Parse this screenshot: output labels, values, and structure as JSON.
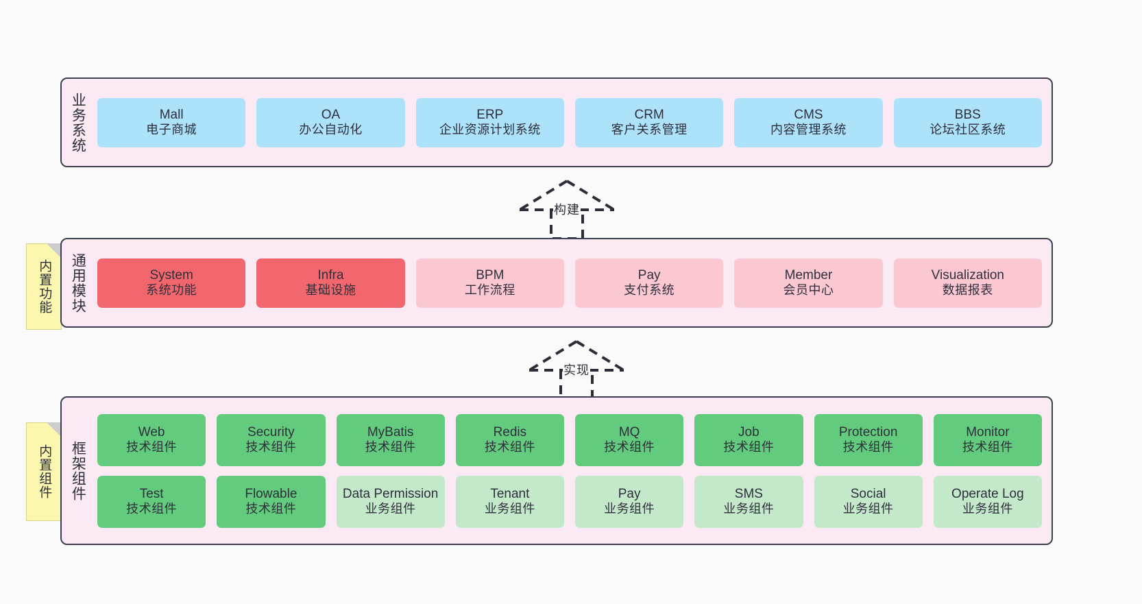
{
  "diagram": {
    "background": "#fafafa",
    "panel_color": "#fbeaf4",
    "panel_border": "#3d3d4e",
    "note_color": "#fcf7ae"
  },
  "layers": [
    {
      "id": "business",
      "title": "业务系统",
      "rows": [
        [
          {
            "en": "Mall",
            "cn": "电子商城",
            "color": "#ade2fb",
            "style": "c-blue"
          },
          {
            "en": "OA",
            "cn": "办公自动化",
            "color": "#ade2fb",
            "style": "c-blue"
          },
          {
            "en": "ERP",
            "cn": "企业资源计划系统",
            "color": "#ade2fb",
            "style": "c-blue"
          },
          {
            "en": "CRM",
            "cn": "客户关系管理",
            "color": "#ade2fb",
            "style": "c-blue"
          },
          {
            "en": "CMS",
            "cn": "内容管理系统",
            "color": "#ade2fb",
            "style": "c-blue"
          },
          {
            "en": "BBS",
            "cn": "论坛社区系统",
            "color": "#ade2fb",
            "style": "c-blue"
          }
        ]
      ]
    },
    {
      "id": "modules",
      "title": "通用模块",
      "note": "内置功能",
      "rows": [
        [
          {
            "en": "System",
            "cn": "系统功能",
            "color": "#f2676d",
            "style": "c-red"
          },
          {
            "en": "Infra",
            "cn": "基础设施",
            "color": "#f2676d",
            "style": "c-red"
          },
          {
            "en": "BPM",
            "cn": "工作流程",
            "color": "#fbc8d2",
            "style": "c-pink"
          },
          {
            "en": "Pay",
            "cn": "支付系统",
            "color": "#fbc8d2",
            "style": "c-pink"
          },
          {
            "en": "Member",
            "cn": "会员中心",
            "color": "#fbc8d2",
            "style": "c-pink"
          },
          {
            "en": "Visualization",
            "cn": "数据报表",
            "color": "#fbc8d2",
            "style": "c-pink"
          }
        ]
      ]
    },
    {
      "id": "frame",
      "title": "框架组件",
      "note": "内置组件",
      "rows": [
        [
          {
            "en": "Web",
            "cn": "技术组件",
            "color": "#62cb7e",
            "style": "c-green"
          },
          {
            "en": "Security",
            "cn": "技术组件",
            "color": "#62cb7e",
            "style": "c-green"
          },
          {
            "en": "MyBatis",
            "cn": "技术组件",
            "color": "#62cb7e",
            "style": "c-green"
          },
          {
            "en": "Redis",
            "cn": "技术组件",
            "color": "#62cb7e",
            "style": "c-green"
          },
          {
            "en": "MQ",
            "cn": "技术组件",
            "color": "#62cb7e",
            "style": "c-green"
          },
          {
            "en": "Job",
            "cn": "技术组件",
            "color": "#62cb7e",
            "style": "c-green"
          },
          {
            "en": "Protection",
            "cn": "技术组件",
            "color": "#62cb7e",
            "style": "c-green"
          },
          {
            "en": "Monitor",
            "cn": "技术组件",
            "color": "#62cb7e",
            "style": "c-green"
          }
        ],
        [
          {
            "en": "Test",
            "cn": "技术组件",
            "color": "#62cb7e",
            "style": "c-green"
          },
          {
            "en": "Flowable",
            "cn": "技术组件",
            "color": "#62cb7e",
            "style": "c-green"
          },
          {
            "en": "Data Permission",
            "cn": "业务组件",
            "color": "#c3e9ca",
            "style": "c-lightgreen"
          },
          {
            "en": "Tenant",
            "cn": "业务组件",
            "color": "#c3e9ca",
            "style": "c-lightgreen"
          },
          {
            "en": "Pay",
            "cn": "业务组件",
            "color": "#c3e9ca",
            "style": "c-lightgreen"
          },
          {
            "en": "SMS",
            "cn": "业务组件",
            "color": "#c3e9ca",
            "style": "c-lightgreen"
          },
          {
            "en": "Social",
            "cn": "业务组件",
            "color": "#c3e9ca",
            "style": "c-lightgreen"
          },
          {
            "en": "Operate Log",
            "cn": "业务组件",
            "color": "#c3e9ca",
            "style": "c-lightgreen"
          }
        ]
      ]
    }
  ],
  "arrows": [
    {
      "id": "build",
      "label": "构建",
      "from": "modules",
      "to": "business"
    },
    {
      "id": "implement",
      "label": "实现",
      "from": "frame",
      "to": "modules"
    }
  ]
}
